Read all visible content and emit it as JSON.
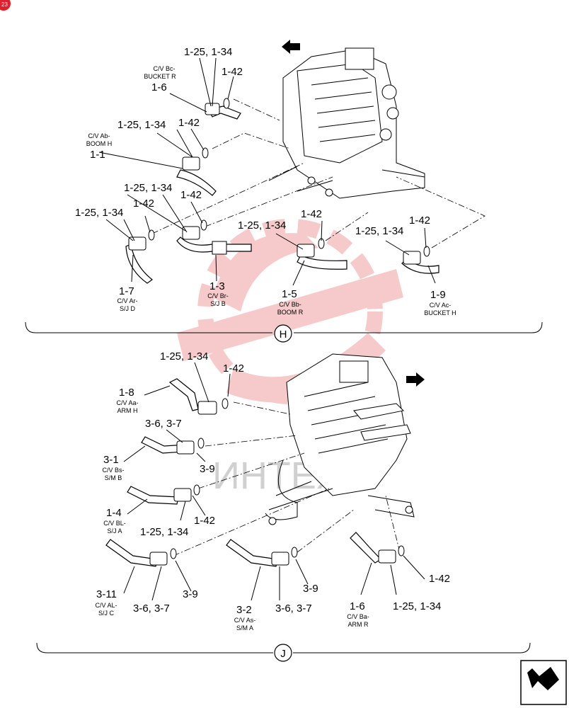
{
  "corner_badge": "23",
  "watermark": "ИНТЕХ",
  "sections": {
    "h": {
      "marker": "H"
    },
    "j": {
      "marker": "J"
    }
  },
  "top_labels": {
    "l1_ref": "1-25, 1-34",
    "l1_oring": "1-42",
    "l1_desc_a": "C/V Bc-",
    "l1_desc_b": "BUCKET R",
    "l1_part": "1-6",
    "l2_ref": "1-25, 1-34",
    "l2_oring": "1-42",
    "l2_desc_a": "C/V Ab-",
    "l2_desc_b": "BOOM H",
    "l2_part": "1-1",
    "l3_ref": "1-25, 1-34",
    "l3_oring": "1-42",
    "l4_ref": "1-25, 1-34",
    "l4_oring": "1-42",
    "l4_part": "1-7",
    "l4_desc_a": "C/V Ar-",
    "l4_desc_b": "S/J D",
    "l3_part": "1-3",
    "l3_desc_a": "C/V Br-",
    "l3_desc_b": "S/J B",
    "l5_ref": "1-25, 1-34",
    "l5_oring": "1-42",
    "l5_part": "1-5",
    "l5_desc_a": "C/V Bb-",
    "l5_desc_b": "BOOM R",
    "l6_ref": "1-25, 1-34",
    "l6_oring": "1-42",
    "l6_part": "1-9",
    "l6_desc_a": "C/V Ac-",
    "l6_desc_b": "BUCKET H"
  },
  "bottom_labels": {
    "b1_ref": "1-25, 1-34",
    "b1_oring": "1-42",
    "b1_part": "1-8",
    "b1_desc_a": "C/V Aa-",
    "b1_desc_b": "ARM H",
    "b2_ref": "3-6, 3-7",
    "b2_part": "3-1",
    "b2_oring": "3-9",
    "b2_desc_a": "C/V Bs-",
    "b2_desc_b": "S/M B",
    "b3_part": "1-4",
    "b3_desc_a": "C/V BL-",
    "b3_desc_b": "S/J A",
    "b3_oring": "1-42",
    "b3_ref": "1-25, 1-34",
    "b4_part": "3-11",
    "b4_desc_a": "C/V AL-",
    "b4_desc_b": "S/J C",
    "b4_ref": "3-6, 3-7",
    "b4_oring": "3-9",
    "b5_part": "3-2",
    "b5_desc_a": "C/V As-",
    "b5_desc_b": "S/M A",
    "b5_ref": "3-6, 3-7",
    "b5_oring": "3-9",
    "b6_part": "1-6",
    "b6_desc_a": "C/V Ba-",
    "b6_desc_b": "ARM R",
    "b6_ref": "1-25, 1-34",
    "b6_oring": "1-42"
  },
  "colors": {
    "watermark": "#f0a0a0",
    "badge": "#e0202a",
    "ink": "#000000"
  }
}
